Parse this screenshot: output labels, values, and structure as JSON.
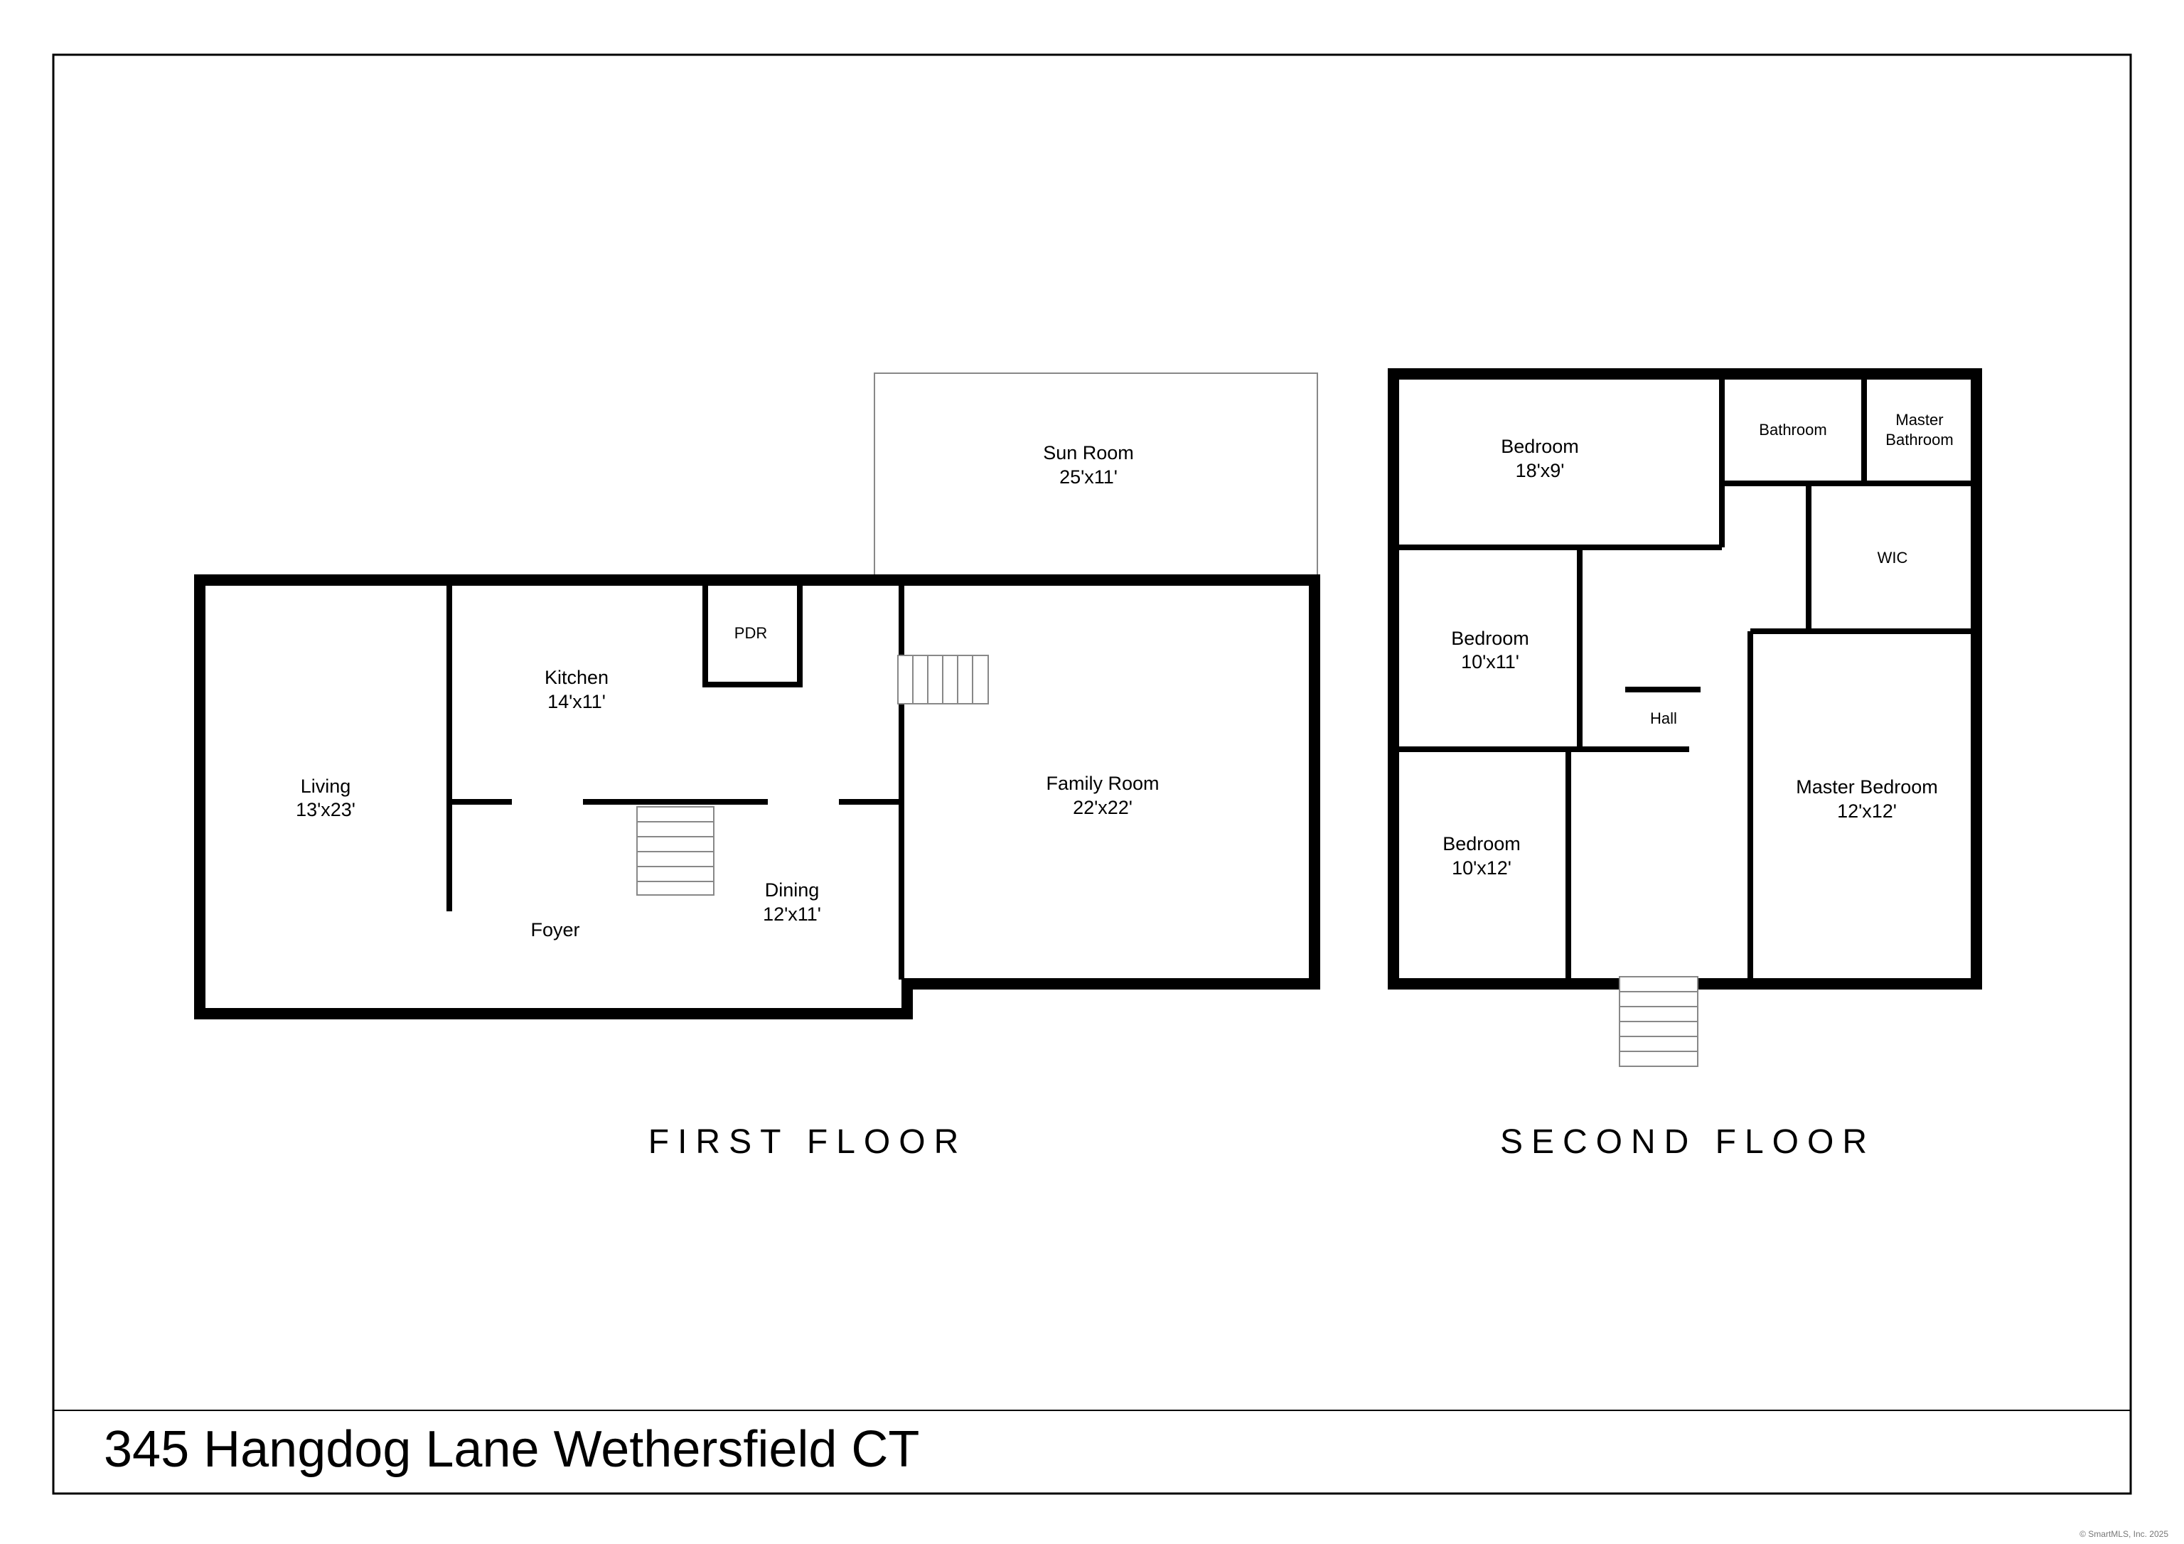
{
  "address": "345 Hangdog Lane Wethersfield CT",
  "copyright": "© SmartMLS, Inc. 2025",
  "first_floor": {
    "title": "FIRST FLOOR",
    "rooms": {
      "sun_room": {
        "name": "Sun Room",
        "size": "25'x11'"
      },
      "living": {
        "name": "Living",
        "size": "13'x23'"
      },
      "kitchen": {
        "name": "Kitchen",
        "size": "14'x11'"
      },
      "pdr": {
        "name": "PDR"
      },
      "family_room": {
        "name": "Family Room",
        "size": "22'x22'"
      },
      "dining": {
        "name": "Dining",
        "size": "12'x11'"
      },
      "foyer": {
        "name": "Foyer"
      }
    }
  },
  "second_floor": {
    "title": "SECOND FLOOR",
    "rooms": {
      "bedroom_1": {
        "name": "Bedroom",
        "size": "18'x9'"
      },
      "bathroom": {
        "name": "Bathroom"
      },
      "master_bathroom": {
        "name_line1": "Master",
        "name_line2": "Bathroom"
      },
      "wic": {
        "name": "WIC"
      },
      "bedroom_2": {
        "name": "Bedroom",
        "size": "10'x11'"
      },
      "hall": {
        "name": "Hall"
      },
      "master_bedroom": {
        "name": "Master Bedroom",
        "size": "12'x12'"
      },
      "bedroom_3": {
        "name": "Bedroom",
        "size": "10'x12'"
      }
    }
  }
}
